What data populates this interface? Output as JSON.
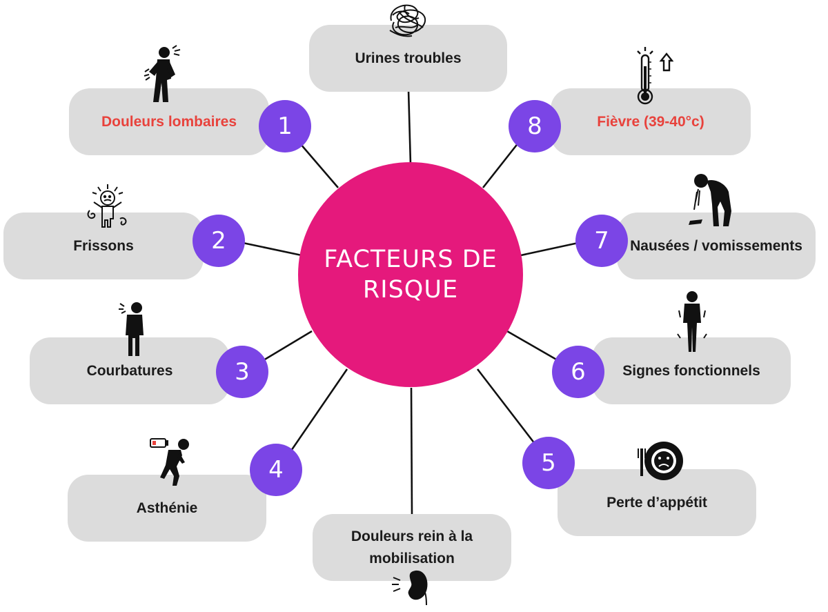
{
  "center": {
    "title": "FACTEURS DE RISQUE"
  },
  "nodes": [
    {
      "number": "1",
      "label": "Douleurs lombaires",
      "color": "#e8423c",
      "icon": "back-pain-icon"
    },
    {
      "number": "2",
      "label": "Frissons",
      "icon": "shivering-icon"
    },
    {
      "number": "3",
      "label": "Courbatures",
      "icon": "neck-pain-icon"
    },
    {
      "number": "4",
      "label": "Asthénie",
      "icon": "low-battery-fatigue-icon"
    },
    {
      "number": "",
      "label": "Douleurs rein à la mobilisation",
      "icon": "kidney-pain-icon"
    },
    {
      "number": "5",
      "label": "Perte d’appétit",
      "icon": "sad-plate-icon"
    },
    {
      "number": "6",
      "label": "Signes fonctionnels",
      "icon": "urinary-urgency-icon"
    },
    {
      "number": "7",
      "label": "Nausées / vomissements",
      "icon": "vomiting-icon"
    },
    {
      "number": "8",
      "label": "Fièvre (39-40°c)",
      "color": "#e8423c",
      "icon": "thermometer-icon"
    },
    {
      "number": "",
      "label": "Urines troubles",
      "icon": "tangled-scribble-icon"
    }
  ],
  "colors": {
    "center": "#e5197c",
    "number_badge": "#7b45e6",
    "box": "#dcdcdc",
    "highlight_text": "#e8423c"
  }
}
